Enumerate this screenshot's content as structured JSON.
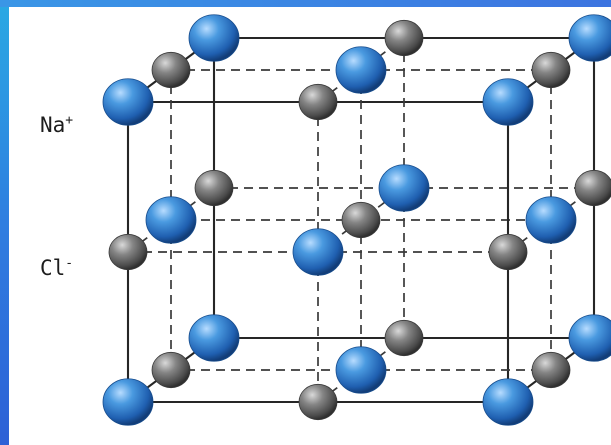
{
  "labels": {
    "sodium": "Na",
    "sodium_charge": "+",
    "chloride": "Cl",
    "chloride_charge": "-"
  },
  "colors": {
    "sodium_ion": "#3f8fd8",
    "chloride_ion": "#777777",
    "border_band": "#2f7ee0"
  },
  "structure": {
    "lattice": "rock-salt",
    "unit_cell_ions_per_edge": 3,
    "sodium_ion_icon": "blue-sphere",
    "chloride_ion_icon": "grey-sphere"
  }
}
